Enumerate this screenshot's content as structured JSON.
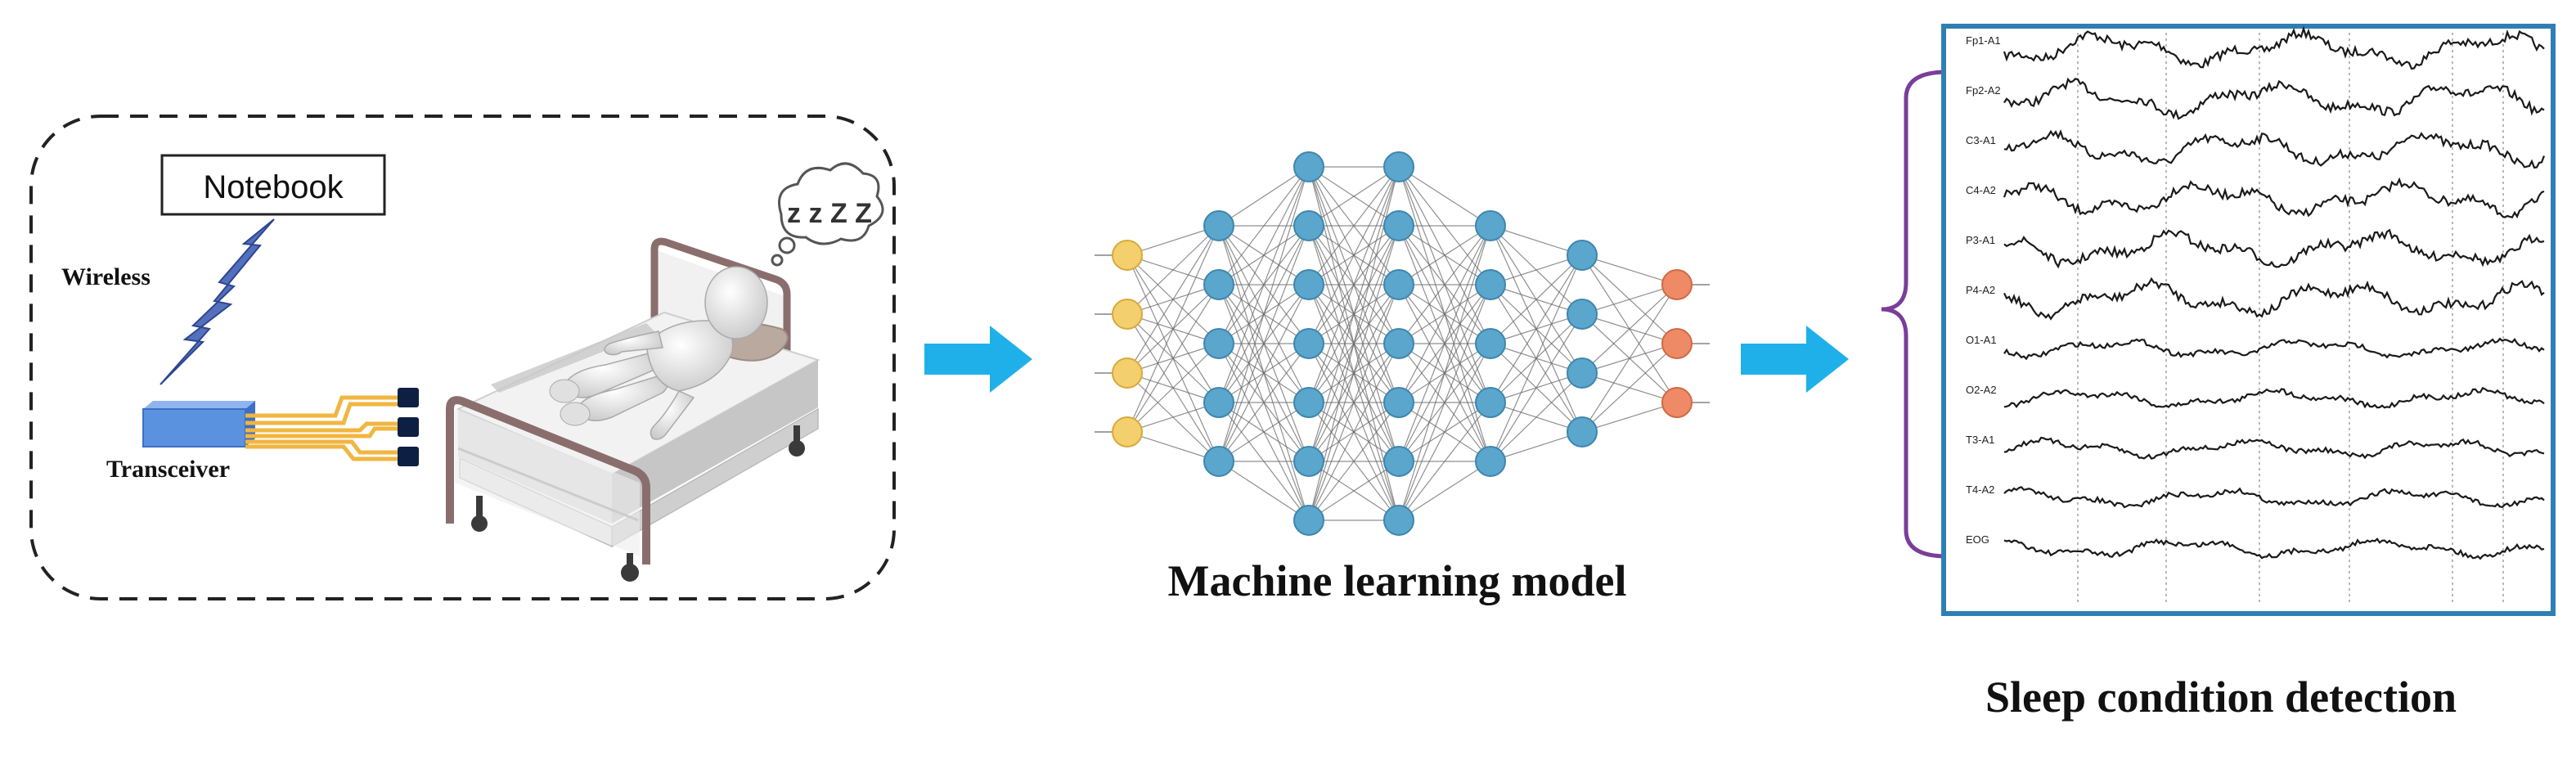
{
  "patient_setup": {
    "notebook_label": "Notebook",
    "wireless_label": "Wireless",
    "transceiver_label": "Transceiver",
    "sleep_symbol": "z z Z Z"
  },
  "model": {
    "title": "Machine learning model",
    "layers": [
      4,
      5,
      7,
      7,
      5,
      4,
      3
    ]
  },
  "detection": {
    "title": "Sleep condition detection",
    "channels": [
      "Fp1-A1",
      "Fp2-A2",
      "C3-A1",
      "C4-A2",
      "P3-A1",
      "P4-A2",
      "O1-A1",
      "O2-A2",
      "T3-A1",
      "T4-A2",
      "EOG"
    ]
  },
  "colors": {
    "arrow": "#1fb0ea",
    "input_node": "#f4cf6e",
    "hidden_node": "#5aa6cd",
    "output_node": "#ef8a66",
    "eeg_border": "#2f7fb5",
    "bracket": "#7a3e9a",
    "transceiver": "#5a92e0",
    "bolt": "#4a66b8"
  }
}
